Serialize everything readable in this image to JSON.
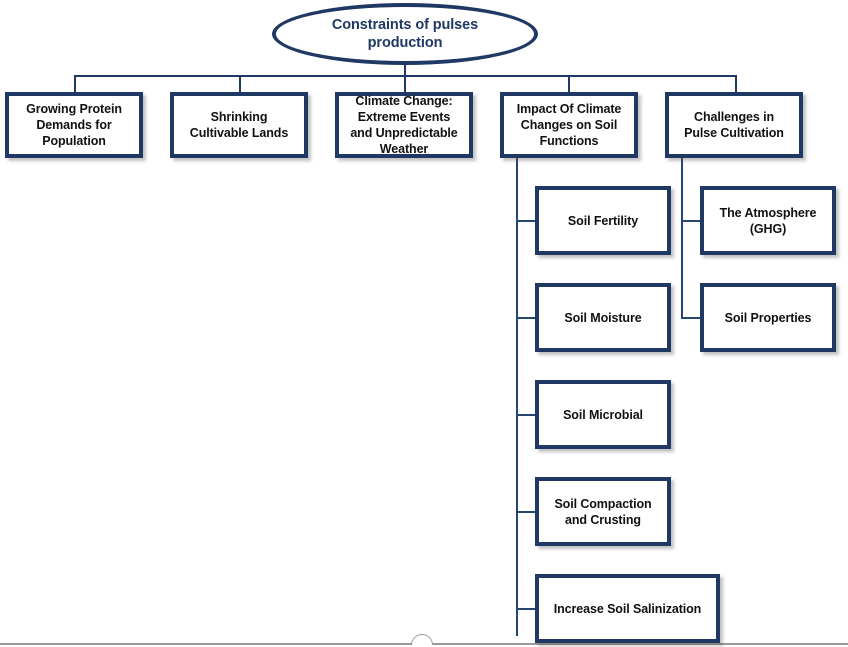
{
  "diagram": {
    "title": "Constraints of pulses production",
    "type": "organizational-flowchart",
    "colors": {
      "border": "#1F3864",
      "box_fill": "#FFFFFF",
      "title_text": "#1F3864",
      "node_text": "#111111",
      "page_rule": "#9A9A9A"
    },
    "root": {
      "label": "Constraints of pulses production"
    },
    "level1": [
      {
        "id": "growing-protein-demands",
        "label": "Growing Protein Demands for Population"
      },
      {
        "id": "shrinking-cultivable-lands",
        "label": "Shrinking Cultivable Lands"
      },
      {
        "id": "climate-change-extreme-events",
        "label": "Climate Change: Extreme Events and Unpredictable Weather"
      },
      {
        "id": "impact-of-climate-on-soil",
        "label": "Impact Of Climate Changes on Soil Functions"
      },
      {
        "id": "challenges-in-pulse-cultivation",
        "label": "Challenges in Pulse Cultivation"
      }
    ],
    "impact_children": [
      {
        "id": "soil-fertility",
        "label": "Soil Fertility"
      },
      {
        "id": "soil-moisture",
        "label": "Soil Moisture"
      },
      {
        "id": "soil-microbial",
        "label": "Soil Microbial"
      },
      {
        "id": "soil-compaction-and-crusting",
        "label": "Soil Compaction and Crusting"
      },
      {
        "id": "increase-soil-salinization",
        "label": "Increase Soil Salinization"
      }
    ],
    "challenges_children": [
      {
        "id": "the-atmosphere-ghg",
        "label": "The Atmosphere (GHG)"
      },
      {
        "id": "soil-properties",
        "label": "Soil Properties"
      }
    ]
  }
}
